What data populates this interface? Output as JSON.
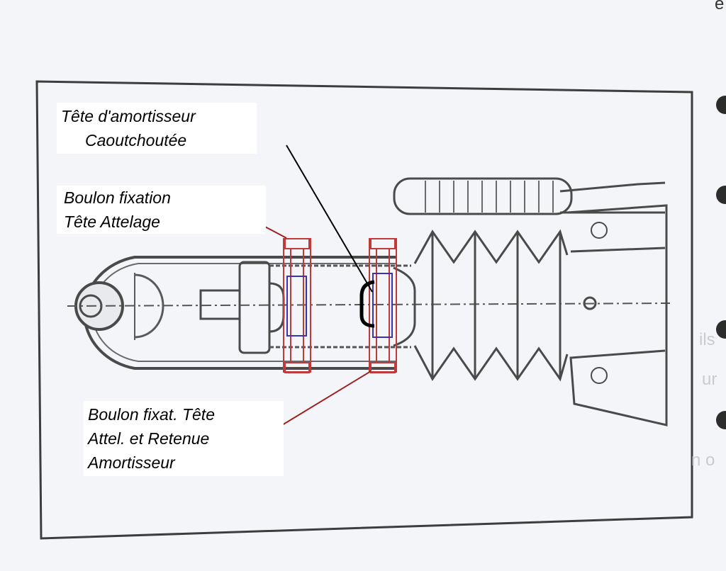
{
  "diagram": {
    "labels": {
      "shock_head": [
        "Tête d'amortisseur",
        "Caoutchoutée"
      ],
      "hitch_bolt": [
        "Boulon fixation",
        "Tête Attelage"
      ],
      "hitch_damper_bolt": [
        "Boulon fixat. Tête",
        "Attel. et Retenue",
        "Amortisseur"
      ]
    },
    "page_fragments": [
      "e",
      "ils",
      "ur",
      "n o"
    ],
    "colors": {
      "paper": "#f4f5f8",
      "frame": "#3d3d3d",
      "drawing": "#4a4a4a",
      "bolt_outline": "#c0393b",
      "bolt_core": "#3a32b0",
      "pointer_red": "#a02020",
      "pointer_black": "#000000"
    }
  }
}
